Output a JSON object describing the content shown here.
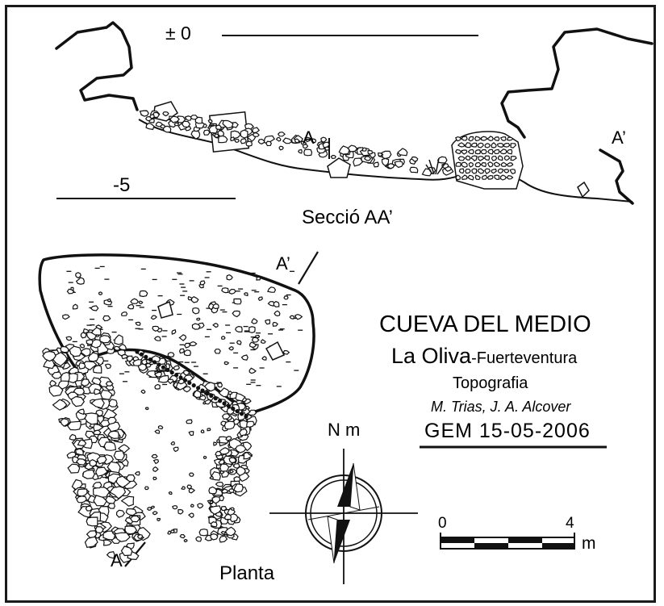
{
  "section": {
    "zero_label": "± 0",
    "minus_label": "-5",
    "A_label": "A",
    "A_prime_label": "A’",
    "caption": "Secció AA’"
  },
  "plan": {
    "A_prime_label": "A’",
    "A_label": "A",
    "caption": "Planta"
  },
  "titles": {
    "main": "CUEVA DEL MEDIO",
    "location_main": "La Oliva",
    "location_sub": "-Fuerteventura",
    "type": "Topografia",
    "authors": "M. Trias, J. A. Alcover",
    "group_date": "GEM   15-05-2006"
  },
  "compass": {
    "label": "N m"
  },
  "scale": {
    "start": "0",
    "end": "4",
    "unit": "m"
  }
}
